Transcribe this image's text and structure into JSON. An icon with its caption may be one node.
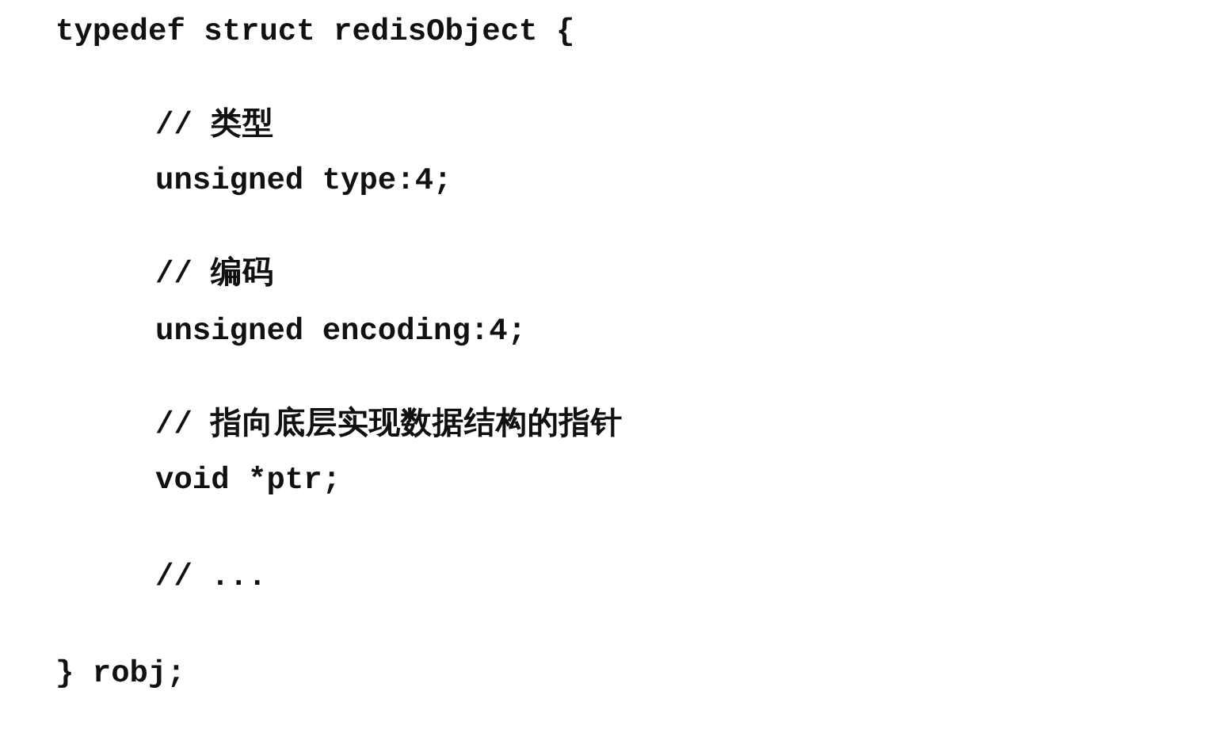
{
  "diagram": {
    "labels": [
      "typedef struct redisObject {",
      "// 类型",
      "unsigned type:4;",
      "// 编码",
      "unsigned encoding:4;",
      "// 指向底层实现数据结构的指针",
      "void *ptr;",
      "// ...",
      "} robj;"
    ]
  }
}
